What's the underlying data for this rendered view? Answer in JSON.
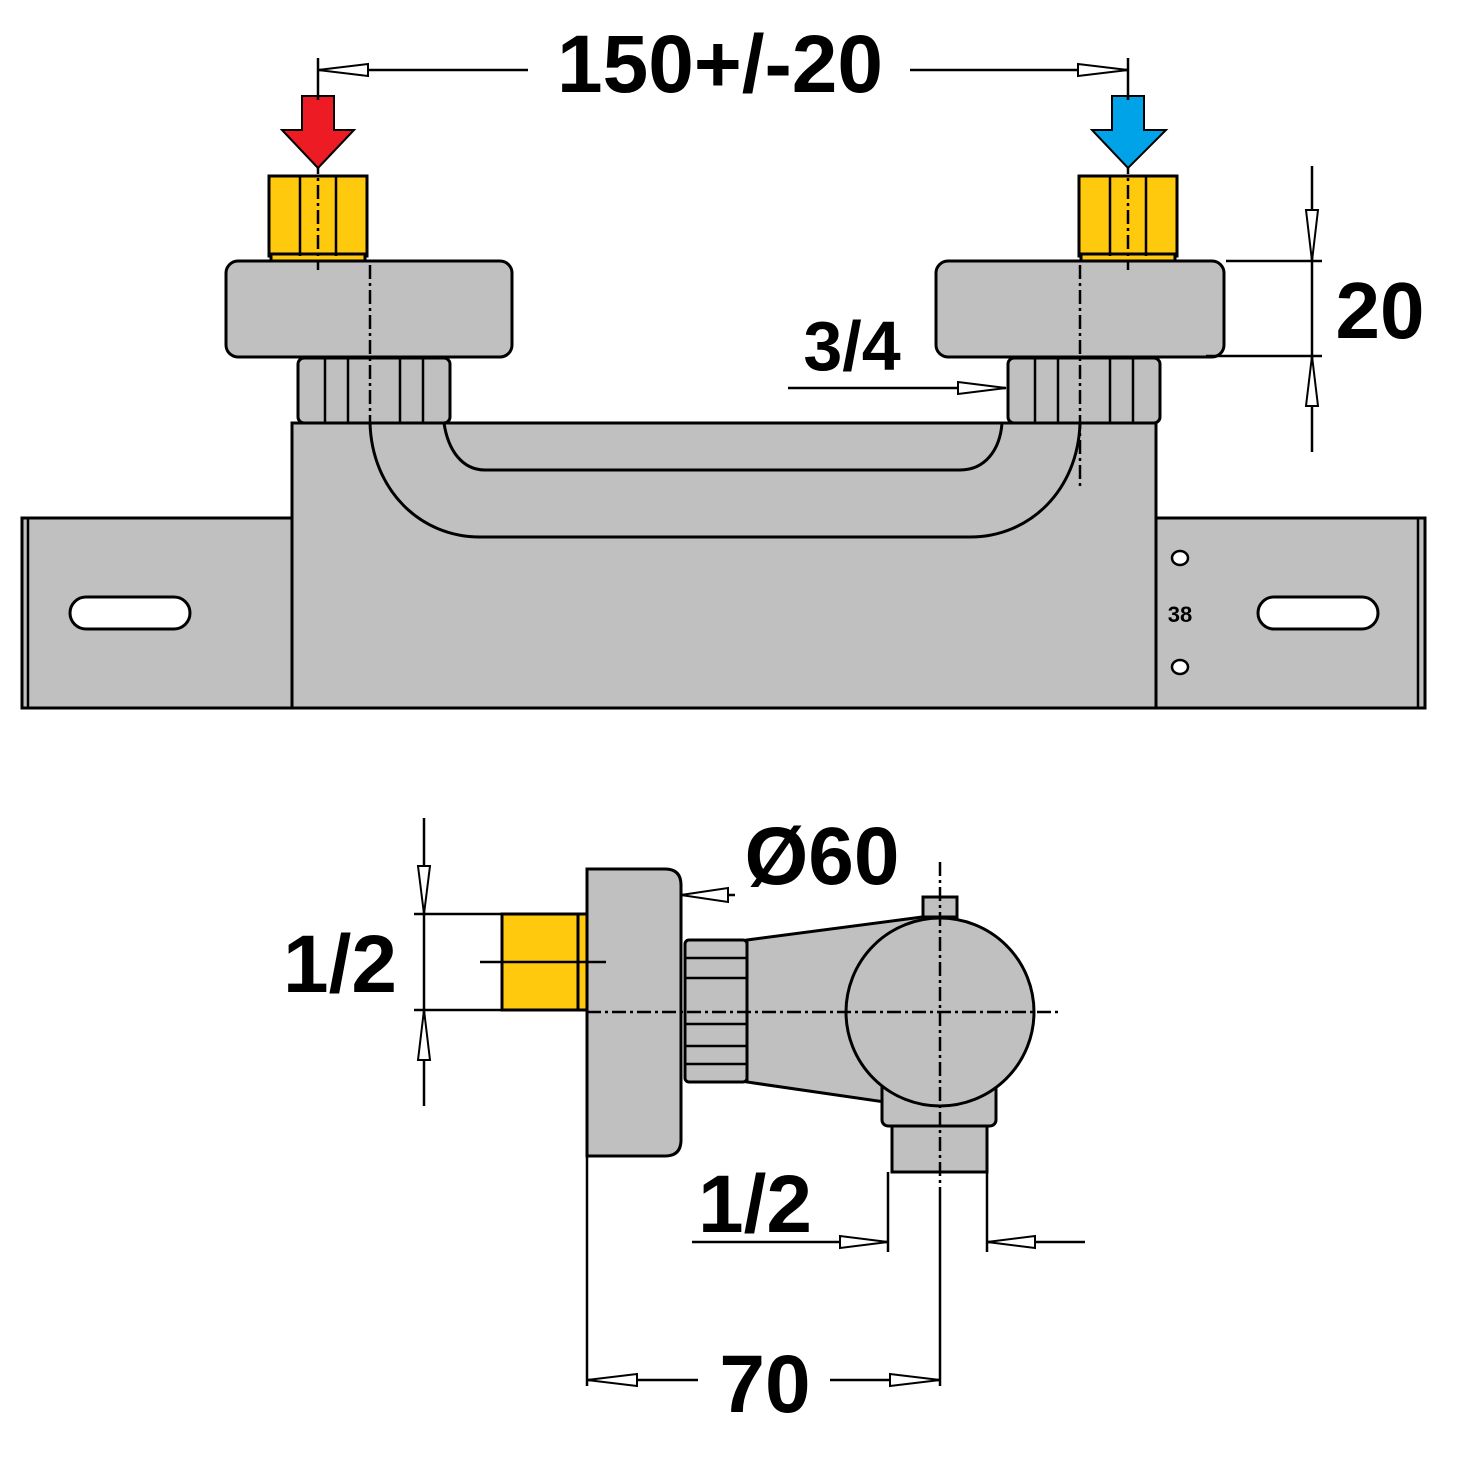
{
  "front_view": {
    "inlet_spacing_label": "150+/-20",
    "thread_label": "3/4",
    "height_label": "20",
    "temperature_mark": "38",
    "hot_arrow_color": "#ed1c24",
    "cold_arrow_color": "#00a2e8",
    "fitting_color": "#ffc90e",
    "body_color": "#c0c0c0"
  },
  "side_view": {
    "diameter_label": "Ø60",
    "inlet_thread_label": "1/2",
    "outlet_thread_label": "1/2",
    "depth_label": "70"
  }
}
